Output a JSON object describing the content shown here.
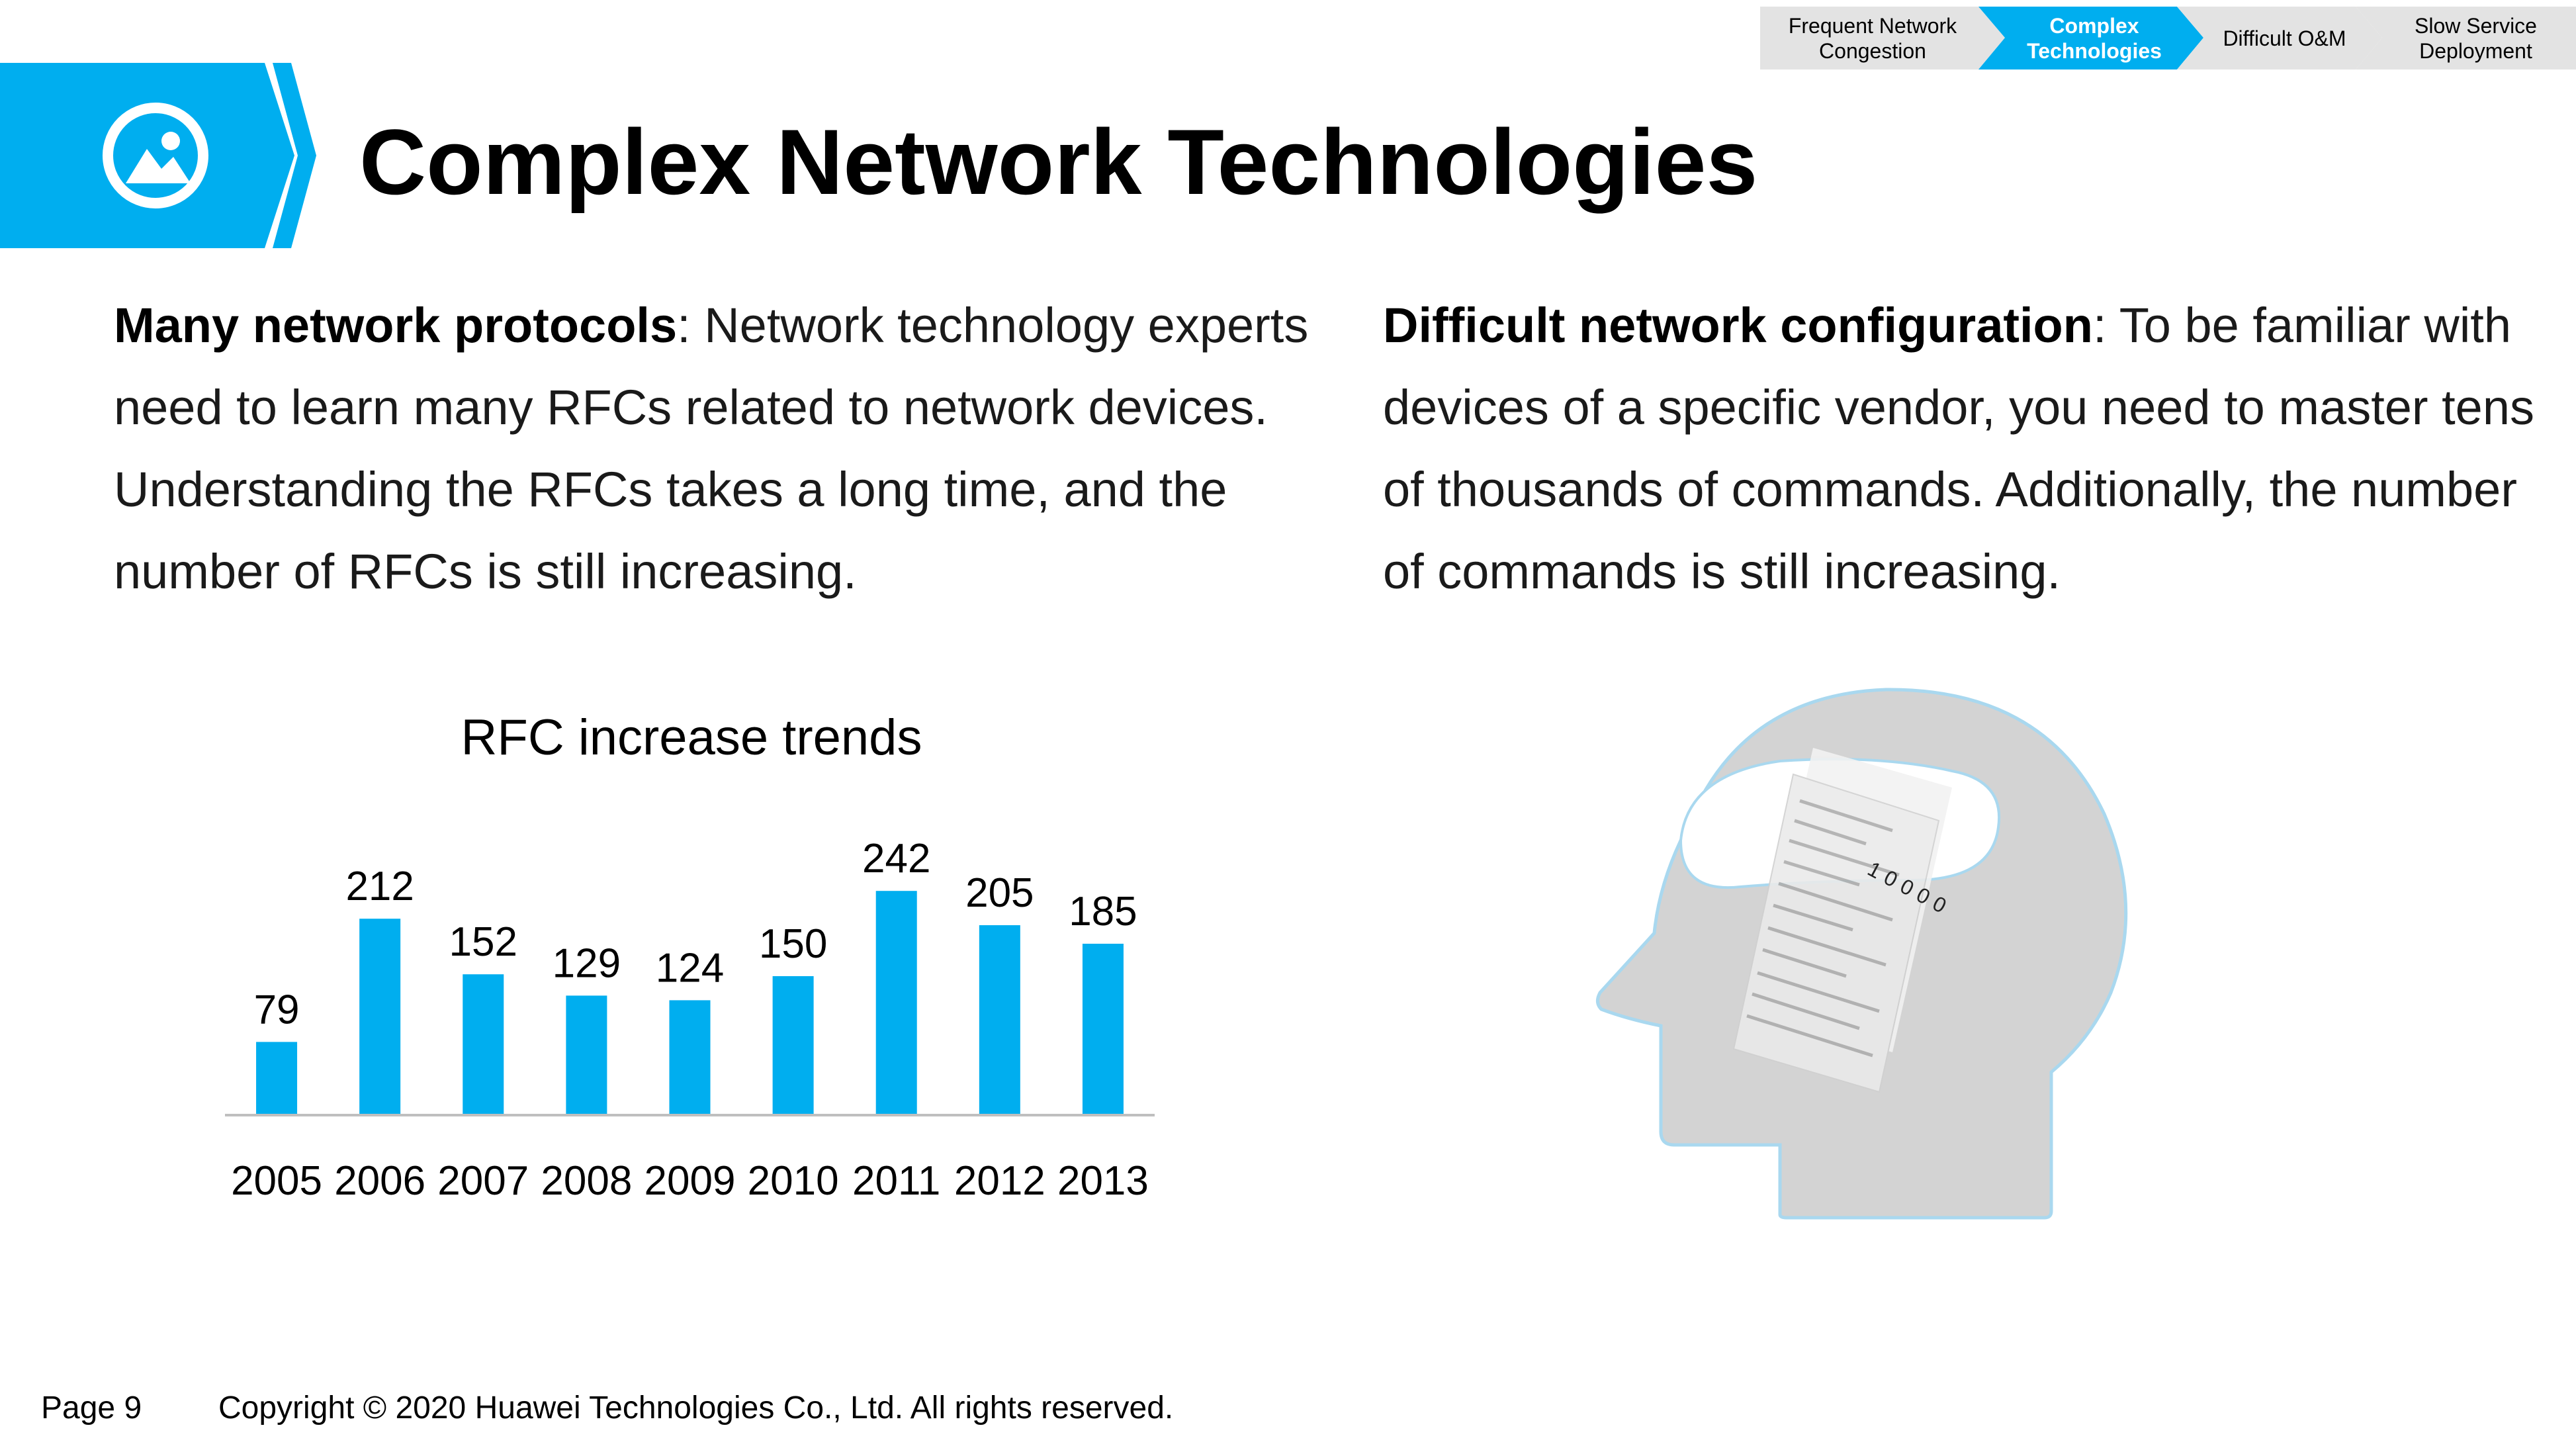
{
  "nav": {
    "steps": [
      {
        "line1": "Frequent Network",
        "line2": "Congestion",
        "active": false
      },
      {
        "line1": "Complex",
        "line2": "Technologies",
        "active": true
      },
      {
        "line1": "Difficult O&M",
        "line2": "",
        "active": false
      },
      {
        "line1": "Slow Service",
        "line2": "Deployment",
        "active": false
      }
    ]
  },
  "header": {
    "title": "Complex Network Technologies",
    "icon": "image-icon"
  },
  "left": {
    "bold": "Many network protocols",
    "text": ": Network technology experts need to learn many RFCs related to network devices. Understanding the RFCs takes a long time, and the number of RFCs is still increasing."
  },
  "right": {
    "bold": "Difficult network configuration",
    "text": ": To be familiar with devices of a specific vendor, you need to master tens of thousands of commands. Additionally, the number of commands is still increasing.",
    "illustration_text": "10000"
  },
  "chart_data": {
    "type": "bar",
    "title": "RFC increase trends",
    "categories": [
      "2005",
      "2006",
      "2007",
      "2008",
      "2009",
      "2010",
      "2011",
      "2012",
      "2013"
    ],
    "values": [
      79,
      212,
      152,
      129,
      124,
      150,
      242,
      205,
      185
    ],
    "ylim": [
      0,
      250
    ],
    "grid": false,
    "color": "#00AEEF"
  },
  "footer": {
    "page": "Page 9",
    "copyright": "Copyright © 2020 Huawei Technologies Co., Ltd. All rights reserved."
  },
  "colors": {
    "accent": "#00AEEF",
    "nav_inactive": "#E3E3E3",
    "head": "#D3D3D3",
    "head_outline": "#A9D8EF"
  }
}
